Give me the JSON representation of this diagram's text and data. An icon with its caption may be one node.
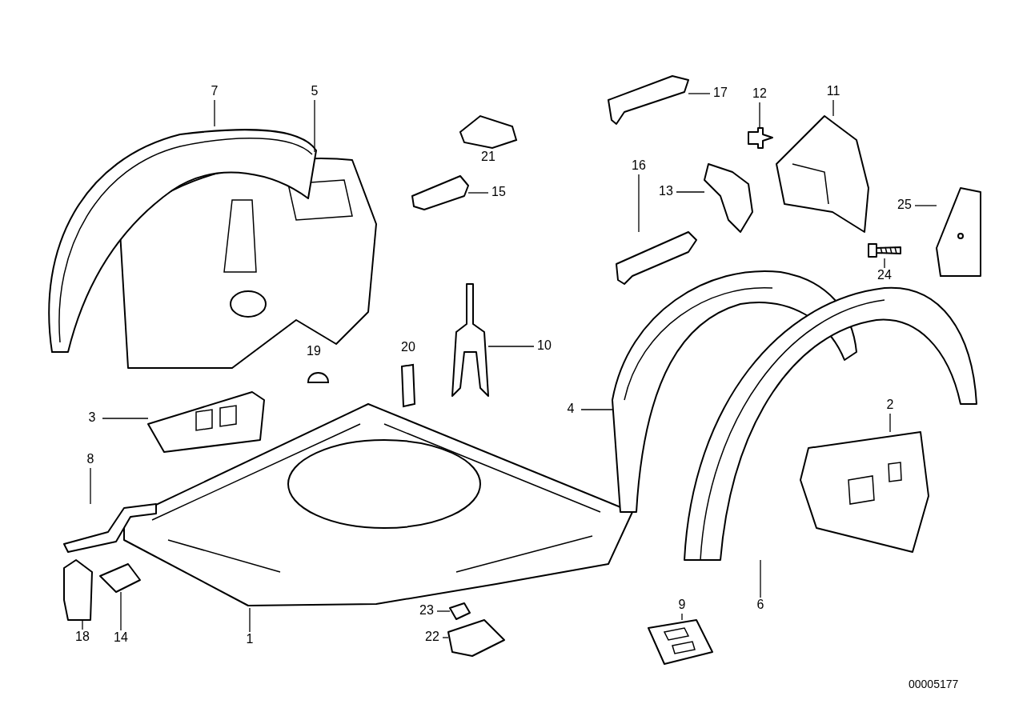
{
  "diagram": {
    "nodes": [
      {
        "text": [
          "1"
        ]
      },
      {
        "text": [],
        "shape": "picture"
      },
      {
        "text": [
          "2"
        ]
      },
      {
        "text": [],
        "shape": "picture"
      },
      {
        "text": [
          "3"
        ]
      },
      {
        "text": [],
        "shape": "picture"
      },
      {
        "text": [
          "4"
        ]
      },
      {
        "text": [],
        "shape": "picture"
      },
      {
        "text": [
          "5"
        ]
      },
      {
        "text": [],
        "shape": "picture"
      },
      {
        "text": [
          "6"
        ]
      },
      {
        "text": [],
        "shape": "picture"
      },
      {
        "text": [
          "7"
        ]
      },
      {
        "text": [],
        "shape": "picture"
      },
      {
        "text": [
          "8"
        ]
      },
      {
        "text": [],
        "shape": "picture"
      },
      {
        "text": [
          "9"
        ]
      },
      {
        "text": [],
        "shape": "picture"
      },
      {
        "text": [
          "10"
        ]
      },
      {
        "text": [],
        "shape": "picture"
      },
      {
        "text": [
          "11"
        ]
      },
      {
        "text": [],
        "shape": "picture"
      },
      {
        "text": [
          "12"
        ]
      },
      {
        "text": [],
        "shape": "picture"
      },
      {
        "text": [
          "13"
        ]
      },
      {
        "text": [],
        "shape": "picture"
      },
      {
        "text": [
          "14"
        ]
      },
      {
        "text": [],
        "shape": "picture"
      },
      {
        "text": [
          "15"
        ]
      },
      {
        "text": [],
        "shape": "picture"
      },
      {
        "text": [
          "16"
        ]
      },
      {
        "text": [],
        "shape": "picture"
      },
      {
        "text": [
          "17"
        ]
      },
      {
        "text": [],
        "shape": "picture"
      },
      {
        "text": [
          "18"
        ]
      },
      {
        "text": [],
        "shape": "picture"
      },
      {
        "text": [
          "22"
        ]
      },
      {
        "text": [],
        "shape": "picture"
      },
      {
        "text": [
          "23"
        ]
      },
      {
        "text": [],
        "shape": "picture"
      },
      {
        "text": [
          "24"
        ]
      },
      {
        "text": [],
        "shape": "picture"
      },
      {
        "text": [
          "25"
        ]
      },
      {
        "text": [],
        "shape": "picture"
      }
    ],
    "edges": [
      {
        "from": 0,
        "to": 1,
        "arrow": "none"
      },
      {
        "from": 2,
        "to": 3,
        "arrow": "none"
      },
      {
        "from": 4,
        "to": 5,
        "arrow": "none"
      },
      {
        "from": 6,
        "to": 7,
        "arrow": "none"
      },
      {
        "from": 8,
        "to": 9,
        "arrow": "none"
      },
      {
        "from": 10,
        "to": 11,
        "arrow": "none"
      },
      {
        "from": 12,
        "to": 13,
        "arrow": "none"
      },
      {
        "from": 14,
        "to": 15,
        "arrow": "none"
      },
      {
        "from": 16,
        "to": 17,
        "arrow": "none"
      },
      {
        "from": 18,
        "to": 19,
        "arrow": "none"
      },
      {
        "from": 20,
        "to": 21,
        "arrow": "none"
      },
      {
        "from": 22,
        "to": 23,
        "arrow": "none"
      },
      {
        "from": 24,
        "to": 25,
        "arrow": "none"
      },
      {
        "from": 26,
        "to": 27,
        "arrow": "none"
      },
      {
        "from": 28,
        "to": 29,
        "arrow": "none"
      },
      {
        "from": 30,
        "to": 31,
        "arrow": "none"
      },
      {
        "from": 32,
        "to": 33,
        "arrow": "none"
      },
      {
        "from": 34,
        "to": 35,
        "arrow": "none"
      },
      {
        "from": 36,
        "to": 37,
        "arrow": "none"
      },
      {
        "from": 38,
        "to": 39,
        "arrow": "none"
      },
      {
        "from": 40,
        "to": 41,
        "arrow": "none"
      },
      {
        "from": 42,
        "to": 43,
        "arrow": "none"
      }
    ],
    "labels": [
      "21",
      "20",
      "19",
      "00005177"
    ]
  }
}
